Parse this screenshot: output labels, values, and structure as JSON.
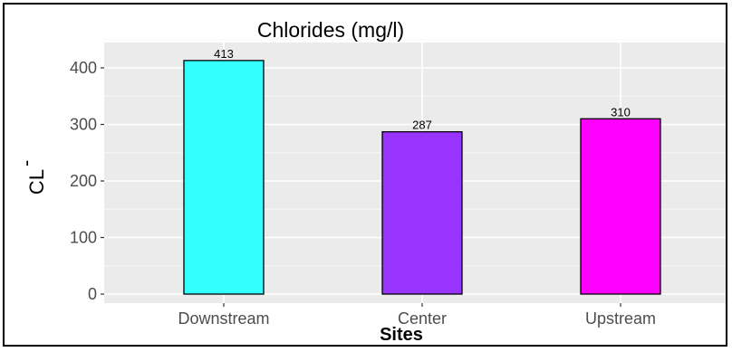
{
  "chart_data": {
    "type": "bar",
    "title": "Chlorides (mg/l)",
    "xlabel": "Sites",
    "ylabel": "CL",
    "ylabel_superscript": "-",
    "categories": [
      "Downstream",
      "Center",
      "Upstream"
    ],
    "values": [
      413,
      287,
      310
    ],
    "data_labels": [
      "413",
      "287",
      "310"
    ],
    "bar_colors": [
      "#33ffff",
      "#9933ff",
      "#ff00ff"
    ],
    "bar_outline": "#000000",
    "ylim": [
      0,
      440
    ],
    "yticks": [
      0,
      100,
      200,
      300,
      400
    ],
    "grid": true,
    "panel_background": "#ebebeb",
    "legend": "none"
  }
}
